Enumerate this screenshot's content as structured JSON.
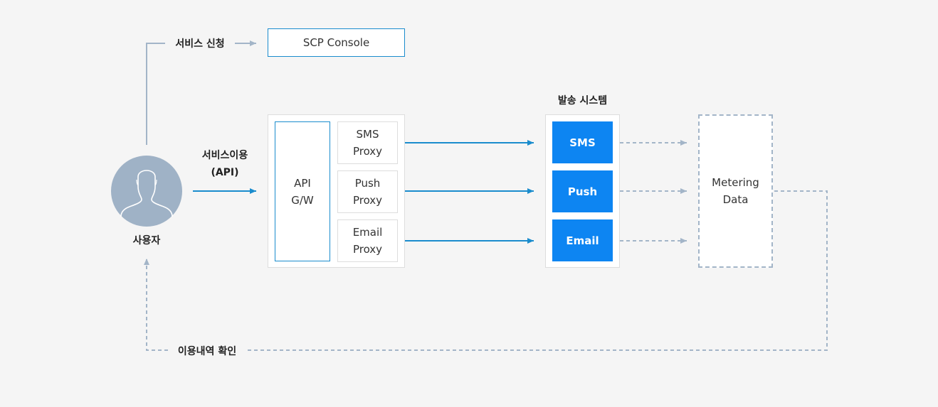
{
  "labels": {
    "service_apply": "서비스 신청",
    "service_use": "서비스이용\n(API)",
    "user": "사용자",
    "usage_check": "이용내역 확인",
    "send_system": "발송 시스템"
  },
  "scp_console": "SCP Console",
  "api_gw": "API\nG/W",
  "proxies": [
    {
      "label": "SMS\nProxy"
    },
    {
      "label": "Push\nProxy"
    },
    {
      "label": "Email\nProxy"
    }
  ],
  "send_channels": [
    {
      "label": "SMS"
    },
    {
      "label": "Push"
    },
    {
      "label": "Email"
    }
  ],
  "metering": "Metering\nData",
  "colors": {
    "accent": "#0d85f2",
    "arrow_blue": "#1a8ccd",
    "dashed": "#a3b5c8",
    "avatar": "#9fb2c6"
  }
}
